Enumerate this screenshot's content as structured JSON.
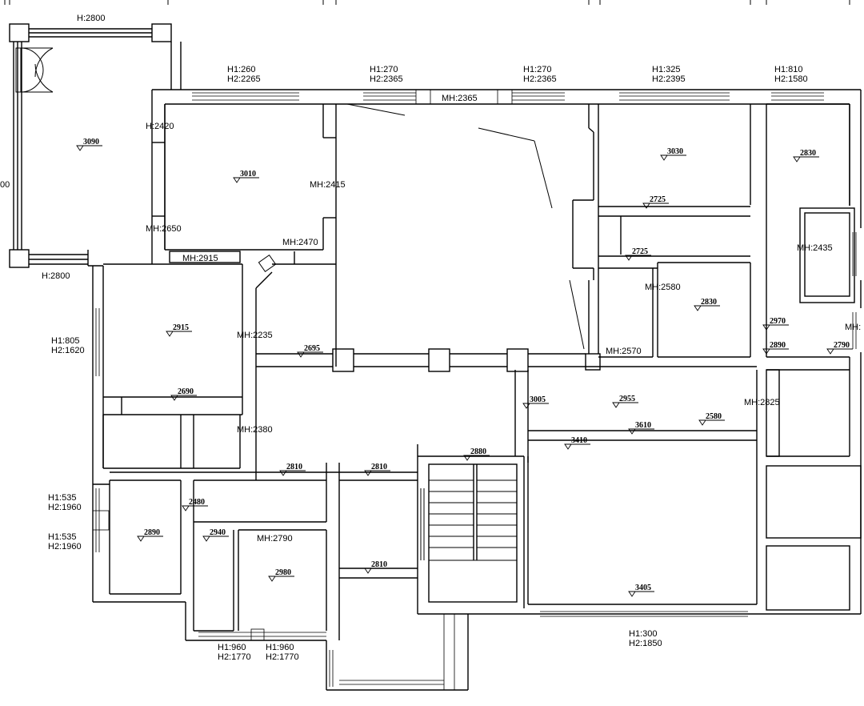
{
  "top_labels": {
    "h2800_top": "H:2800",
    "h_260": "H1:260",
    "h2_2265": "H2:2265",
    "h_270a": "H1:270",
    "h2_2365a": "H2:2365",
    "h_270b": "H1:270",
    "h2_2365b": "H2:2365",
    "mh_2365": "MH:2365",
    "h_325": "H1:325",
    "h2_2395": "H2:2395",
    "h_810": "H1:810",
    "h2_1580": "H2:1580"
  },
  "left_labels": {
    "h2800_left": "H:2800",
    "cut_00": "00",
    "h_805": "H1:805",
    "h2_1620": "H2:1620",
    "h_535a": "H1:535",
    "h2_1960a": "H2:1960",
    "h_535b": "H1:535",
    "h2_1960b": "H2:1960"
  },
  "bottom_labels": {
    "h_960a": "H1:960",
    "h2_1770a": "H2:1770",
    "h_960b": "H1:960",
    "h2_1770b": "H2:1770",
    "h_300": "H1:300",
    "h2_1850": "H2:1850"
  },
  "mh_labels": {
    "h2420": "H:2420",
    "mh2650": "MH:2650",
    "mh2415": "MH:2415",
    "mh2470": "MH:2470",
    "mh2915": "MH:2915",
    "mh2235": "MH:2235",
    "mh2380": "MH:2380",
    "mh2790": "MH:2790",
    "mh2580": "MH:2580",
    "mh2570": "MH:2570",
    "mh2435": "MH:2435",
    "mh2825": "MH:2825",
    "mh_cut": "MH:"
  },
  "levels": {
    "l3090": "3090",
    "l3010": "3010",
    "l3030": "3030",
    "l2830a": "2830",
    "l2725a": "2725",
    "l2725b": "2725",
    "l2830b": "2830",
    "l2915": "2915",
    "l2695": "2695",
    "l2690": "2690",
    "l2970": "2970",
    "l2890a": "2890",
    "l2790": "2790",
    "l3005": "3005",
    "l2955": "2955",
    "l3610": "3610",
    "l2580": "2580",
    "l3410": "3410",
    "l2810a": "2810",
    "l2810b": "2810",
    "l2880": "2880",
    "l2480": "2480",
    "l2890b": "2890",
    "l2940": "2940",
    "l2980": "2980",
    "l2810c": "2810",
    "l3405": "3405"
  }
}
